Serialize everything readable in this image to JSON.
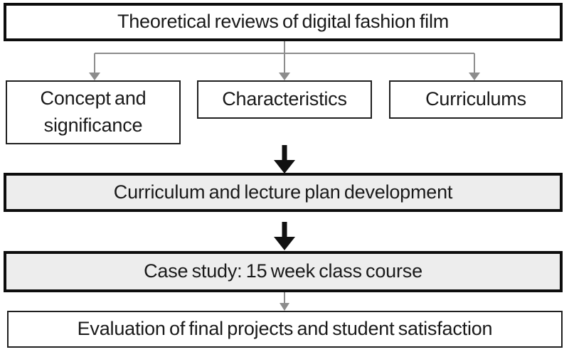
{
  "flowchart": {
    "nodes": {
      "theoretical": {
        "label": "Theoretical reviews of digital fashion film"
      },
      "concept": {
        "label": "Concept and significance"
      },
      "characteristics": {
        "label": "Characteristics"
      },
      "curriculums": {
        "label": "Curriculums"
      },
      "curriculum_dev": {
        "label": "Curriculum and lecture plan development"
      },
      "case_study": {
        "label": "Case study: 15 week class course"
      },
      "evaluation": {
        "label": "Evaluation of final projects and student satisfaction"
      }
    },
    "colors": {
      "border_black": "#0d0d0d",
      "shaded_fill": "#ededed",
      "connector_gray": "#8c8c8c",
      "arrow_black": "#111111"
    }
  }
}
